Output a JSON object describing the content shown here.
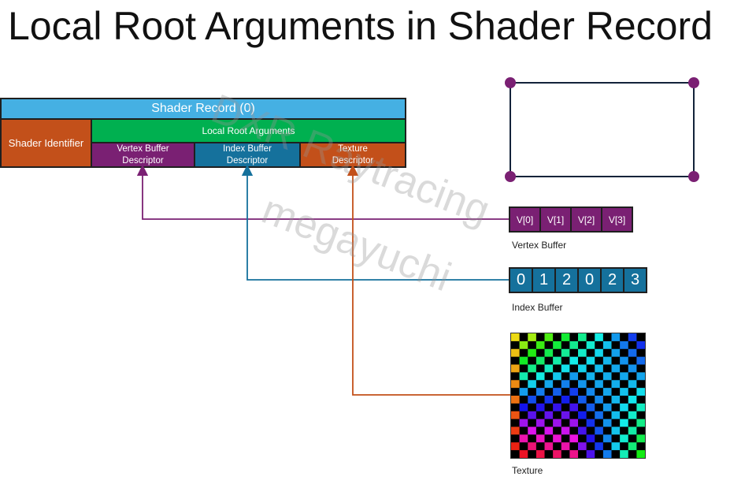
{
  "title": "Local Root Arguments in Shader Record",
  "shader_record": {
    "header": "Shader Record (0)",
    "shader_identifier": "Shader Identifier",
    "local_root_arguments": "Local Root Arguments",
    "vertex_buffer_descriptor": "Vertex Buffer\nDescriptor",
    "index_buffer_descriptor": "Index Buffer\nDescriptor",
    "texture_descriptor": "Texture\nDescriptor"
  },
  "vertex_buffer": {
    "cells": [
      "V[0]",
      "V[1]",
      "V[2]",
      "V[3]"
    ],
    "label": "Vertex Buffer"
  },
  "index_buffer": {
    "cells": [
      "0",
      "1",
      "2",
      "0",
      "2",
      "3"
    ],
    "label": "Index Buffer"
  },
  "texture": {
    "label": "Texture"
  },
  "watermark": {
    "line1": "DXR Raytracing",
    "line2": "megayuchi"
  },
  "colors": {
    "record_header": "#45b0e3",
    "shader_identifier": "#c3501a",
    "local_root_arguments": "#00b050",
    "vertex_buffer": "#7a2073",
    "index_buffer": "#15719c",
    "texture_descriptor": "#c3501a",
    "quad_vertex": "#7a2073"
  }
}
